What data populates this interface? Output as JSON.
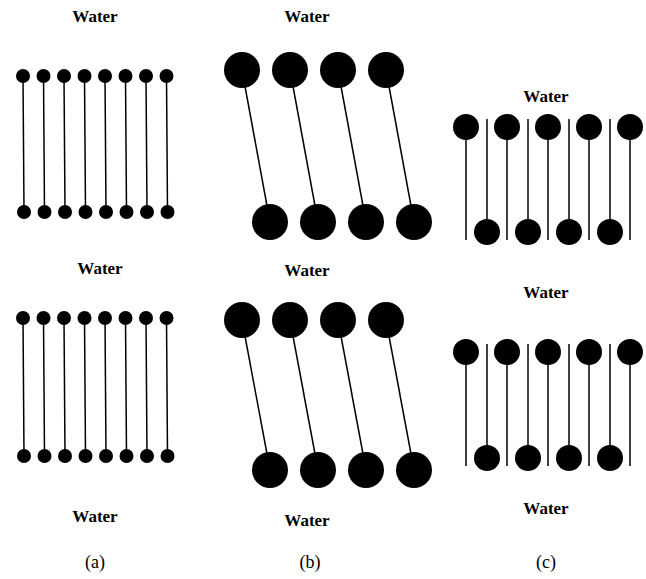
{
  "diagram": {
    "labels": [
      "Water",
      "Water",
      "Water",
      "Water",
      "Water",
      "Water",
      "Water",
      "Water",
      "Water",
      "(a)",
      "(b)",
      "(c)"
    ]
  }
}
